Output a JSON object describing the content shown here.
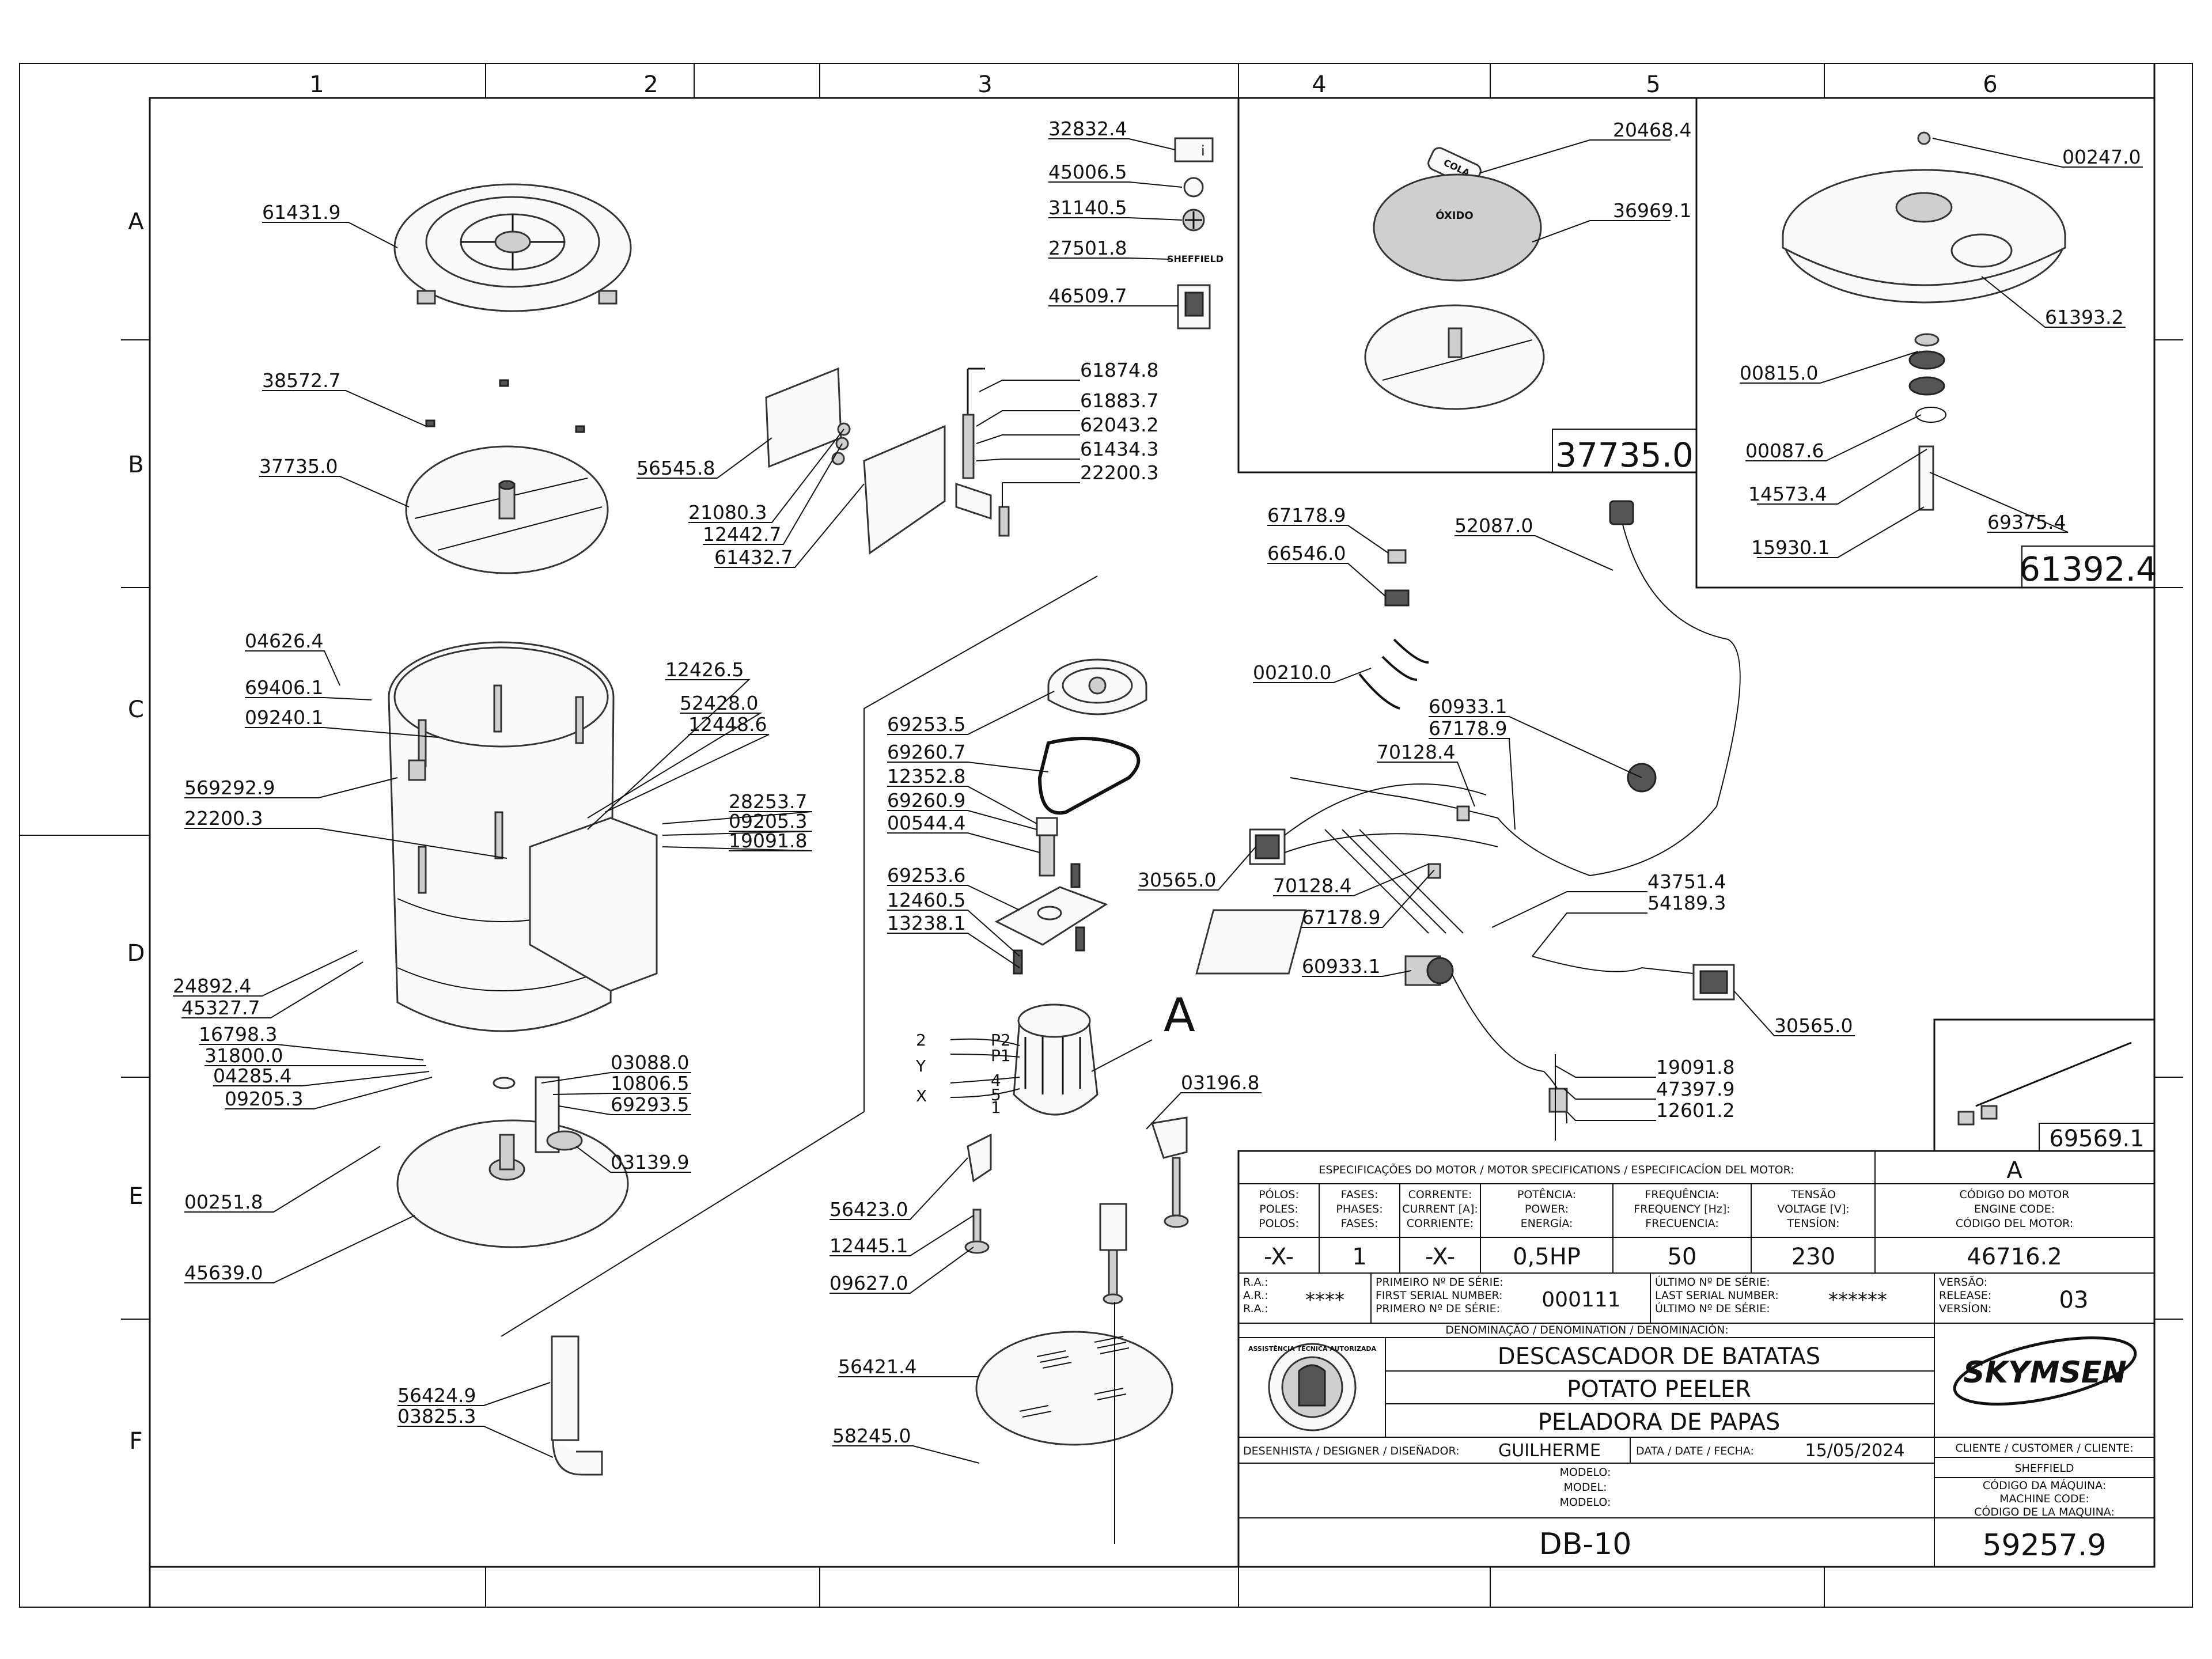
{
  "grid": {
    "columns": [
      "1",
      "2",
      "3",
      "4",
      "5",
      "6"
    ],
    "rows": [
      "A",
      "B",
      "C",
      "D",
      "E",
      "F"
    ]
  },
  "callouts": {
    "c61431_9": "61431.9",
    "c38572_7": "38572.7",
    "c37735_0": "37735.0",
    "c04626_4": "04626.4",
    "c69406_1": "69406.1",
    "c09240_1": "09240.1",
    "c569292_9": "569292.9",
    "c22200_3a": "22200.3",
    "c12426_5": "12426.5",
    "c52428_0": "52428.0",
    "c12448_6": "12448.6",
    "c28253_7": "28253.7",
    "c09205_3a": "09205.3",
    "c19091_8a": "19091.8",
    "c24892_4": "24892.4",
    "c45327_7": "45327.7",
    "c16798_3": "16798.3",
    "c31800_0": "31800.0",
    "c04285_4": "04285.4",
    "c09205_3b": "09205.3",
    "c03088_0": "03088.0",
    "c10806_5": "10806.5",
    "c69293_5": "69293.5",
    "c03139_9": "03139.9",
    "c00251_8": "00251.8",
    "c45639_0": "45639.0",
    "c56424_9": "56424.9",
    "c03825_3": "03825.3",
    "c32832_4": "32832.4",
    "c45006_5": "45006.5",
    "c31140_5": "31140.5",
    "c27501_8": "27501.8",
    "c46509_7": "46509.7",
    "c61874_8": "61874.8",
    "c61883_7": "61883.7",
    "c62043_2": "62043.2",
    "c61434_3": "61434.3",
    "c22200_3b": "22200.3",
    "c56545_8": "56545.8",
    "c21080_3": "21080.3",
    "c12442_7": "12442.7",
    "c61432_7": "61432.7",
    "c69253_5": "69253.5",
    "c69260_7": "69260.7",
    "c12352_8": "12352.8",
    "c69260_9": "69260.9",
    "c00544_4": "00544.4",
    "c69253_6": "69253.6",
    "c12460_5": "12460.5",
    "c13238_1": "13238.1",
    "c03196_8": "03196.8",
    "c56423_0": "56423.0",
    "c12445_1": "12445.1",
    "c09627_0": "09627.0",
    "c56421_4": "56421.4",
    "c58245_0": "58245.0",
    "c20468_4": "20468.4",
    "c36969_1": "36969.1",
    "c00247_0": "00247.0",
    "c61393_2": "61393.2",
    "c00815_0": "00815.0",
    "c00087_6": "00087.6",
    "c14573_4": "14573.4",
    "c69375_4": "69375.4",
    "c15930_1": "15930.1",
    "c67178_9a": "67178.9",
    "c66546_0": "66546.0",
    "c52087_0": "52087.0",
    "c00210_0": "00210.0",
    "c60933_1a": "60933.1",
    "c67178_9b": "67178.9",
    "c70128_4a": "70128.4",
    "c30565_0a": "30565.0",
    "c70128_4b": "70128.4",
    "c67178_9c": "67178.9",
    "c43751_4": "43751.4",
    "c54189_3": "54189.3",
    "c60933_1b": "60933.1",
    "c30565_0b": "30565.0",
    "c19091_8b": "19091.8",
    "c47397_9": "47397.9",
    "c12601_2": "12601.2"
  },
  "inset_boxes": {
    "box_37735": "37735.0",
    "box_61392": "61392.4",
    "box_69569": "69569.1"
  },
  "part_markings": {
    "cola": "COLA",
    "oxido": "ÓXIDO",
    "sheffield_logo": "SHEFFIELD"
  },
  "motor": {
    "letter": "A",
    "wires": [
      "2",
      "P2",
      "P1",
      "Y",
      "4",
      "5",
      "X",
      "1"
    ]
  },
  "title_block": {
    "spec_header": "ESPECIFICAÇÕES DO MOTOR / MOTOR SPECIFICATIONS / ESPECIFICACÍON DEL MOTOR:",
    "motor_letter": "A",
    "spec_columns": [
      {
        "l1": "PÓLOS:",
        "l2": "POLES:",
        "l3": "POLOS:",
        "value": "-X-"
      },
      {
        "l1": "FASES:",
        "l2": "PHASES:",
        "l3": "FASES:",
        "value": "1"
      },
      {
        "l1": "CORRENTE:",
        "l2": "CURRENT [A]:",
        "l3": "CORRIENTE:",
        "value": "-X-"
      },
      {
        "l1": "POTÊNCIA:",
        "l2": "POWER:",
        "l3": "ENERGÍA:",
        "value": "0,5HP"
      },
      {
        "l1": "FREQUÊNCIA:",
        "l2": "FREQUENCY [Hz]:",
        "l3": "FRECUENCIA:",
        "value": "50"
      },
      {
        "l1": "TENSÃO",
        "l2": "VOLTAGE [V]:",
        "l3": "TENSÍON:",
        "value": "230"
      }
    ],
    "motor_code_labels": [
      "CÓDIGO DO MOTOR",
      "ENGINE CODE:",
      "CÓDIGO DEL MOTOR:"
    ],
    "motor_code": "46716.2",
    "ra_labels": [
      "R.A.:",
      "A.R.:",
      "R.A.:"
    ],
    "ra_value": "****",
    "first_serial_labels": [
      "PRIMEIRO Nº DE SÉRIE:",
      "FIRST SERIAL NUMBER:",
      "PRIMERO Nº DE SÉRIE:"
    ],
    "first_serial": "000111",
    "last_serial_labels": [
      "ÚLTIMO Nº DE SÉRIE:",
      "LAST SERIAL NUMBER:",
      "ÚLTIMO Nº DE SÉRIE:"
    ],
    "last_serial": "******",
    "version_labels": [
      "VERSÃO:",
      "RELEASE:",
      "VERSÍON:"
    ],
    "version": "03",
    "denomination_header": "DENOMINAÇÃO / DENOMINATION / DENOMINACIÓN:",
    "names": [
      "DESCASCADOR DE BATATAS",
      "POTATO PEELER",
      "PELADORA DE PAPAS"
    ],
    "brand": "SKYMSEN",
    "seal_text": "ASSISTÊNCIA TÉCNICA AUTORIZADA",
    "client_label": "CLIENTE / CUSTOMER / CLIENTE:",
    "client": "SHEFFIELD",
    "designer_label": "DESENHISTA / DESIGNER / DISEÑADOR:",
    "designer": "GUILHERME",
    "date_label": "DATA / DATE / FECHA:",
    "date": "15/05/2024",
    "model_labels": [
      "MODELO:",
      "MODEL:",
      "MODELO:"
    ],
    "model": "DB-10",
    "machine_code_labels": [
      "CÓDIGO DA MÁQUINA:",
      "MACHINE CODE:",
      "CÓDIGO DE LA MAQUINA:"
    ],
    "machine_code": "59257.9"
  }
}
